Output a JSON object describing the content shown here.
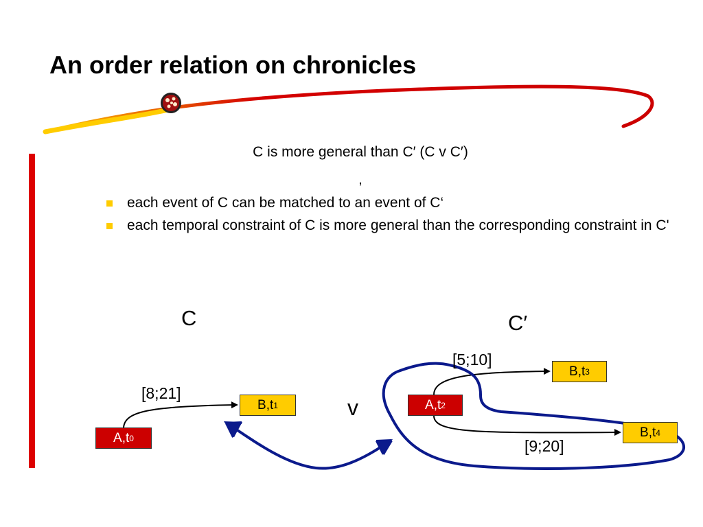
{
  "slide": {
    "title": "An order relation on chronicles",
    "definition": "C is more general than C′  (C v C′)",
    "comma": ",",
    "bullets": [
      " each event of C can be matched to an event of C‘",
      " each temporal constraint of C is more general than the corresponding constraint in C'"
    ]
  },
  "diagram": {
    "label_c": "C",
    "label_c_prime": "C′",
    "order_symbol": "v",
    "intervals": [
      "[8;21]",
      "[5;10]",
      "[9;20]"
    ],
    "nodes": {
      "a0": {
        "main": "A,t",
        "sub": "0"
      },
      "b1": {
        "main": "B,t",
        "sub": "1"
      },
      "a2": {
        "main": "A,t",
        "sub": "2"
      },
      "b3": {
        "main": "B,t",
        "sub": "3"
      },
      "b4": {
        "main": "B,t",
        "sub": "4"
      }
    }
  },
  "colors": {
    "bullet": "#ffcc00",
    "event_a": "#cc0000",
    "event_b": "#ffcc00",
    "mapping": "#0b1a8c",
    "accent_bar": "#dd0000"
  }
}
